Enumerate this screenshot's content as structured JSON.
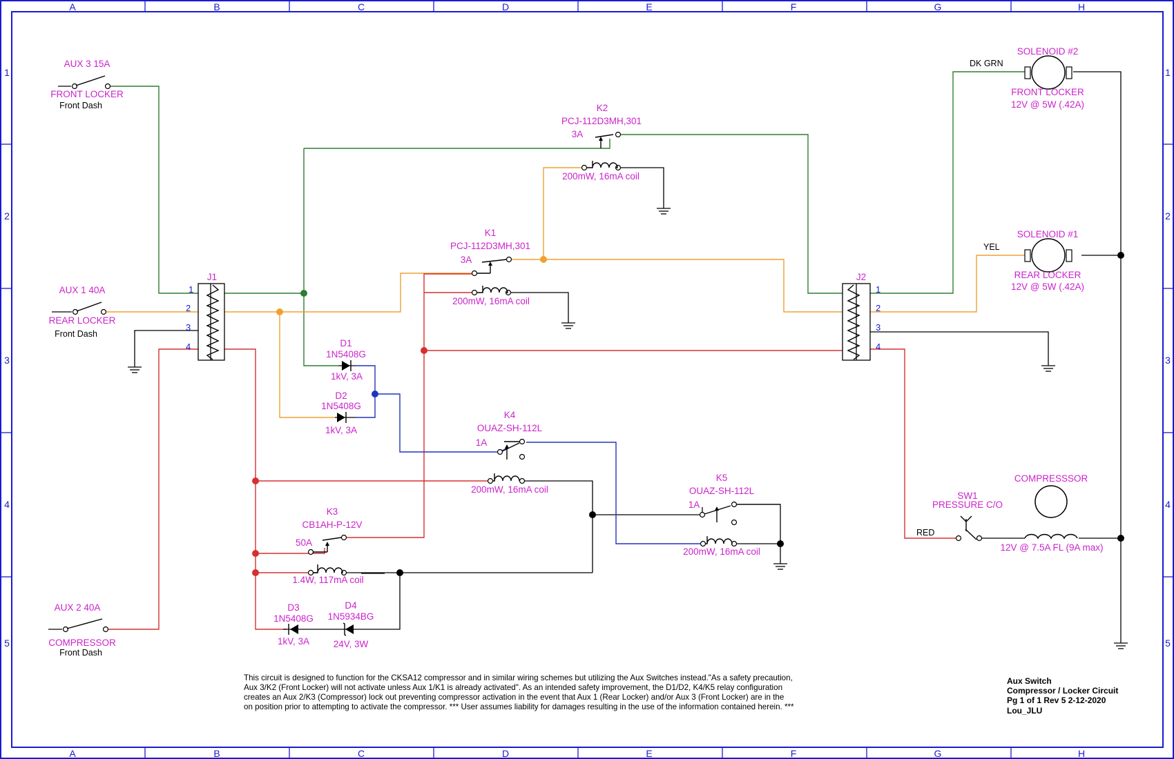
{
  "frame": {
    "columns": [
      "A",
      "B",
      "C",
      "D",
      "E",
      "F",
      "G",
      "H"
    ],
    "rows": [
      "1",
      "2",
      "3",
      "4",
      "5"
    ]
  },
  "switches": {
    "aux3": {
      "rating": "AUX 3 15A",
      "function": "FRONT LOCKER",
      "location": "Front Dash"
    },
    "aux1": {
      "rating": "AUX 1 40A",
      "function": "REAR LOCKER",
      "location": "Front Dash"
    },
    "aux2": {
      "rating": "AUX 2 40A",
      "function": "COMPRESSOR",
      "location": "Front Dash"
    }
  },
  "connectors": {
    "j1": {
      "name": "J1",
      "pins": [
        "1",
        "2",
        "3",
        "4"
      ]
    },
    "j2": {
      "name": "J2",
      "pins": [
        "1",
        "2",
        "3",
        "4"
      ]
    }
  },
  "relays": {
    "k1": {
      "name": "K1",
      "part": "PCJ-112D3MH,301",
      "contact": "3A",
      "coil": "200mW, 16mA coil"
    },
    "k2": {
      "name": "K2",
      "part": "PCJ-112D3MH,301",
      "contact": "3A",
      "coil": "200mW, 16mA coil"
    },
    "k3": {
      "name": "K3",
      "part": "CB1AH-P-12V",
      "contact": "50A",
      "coil": "1.4W, 117mA coil"
    },
    "k4": {
      "name": "K4",
      "part": "OUAZ-SH-112L",
      "contact": "1A",
      "coil": "200mW, 16mA coil"
    },
    "k5": {
      "name": "K5",
      "part": "OUAZ-SH-112L",
      "contact": "1A",
      "coil": "200mW, 16mA coil"
    }
  },
  "diodes": {
    "d1": {
      "name": "D1",
      "part": "1N5408G",
      "rating": "1kV, 3A"
    },
    "d2": {
      "name": "D2",
      "part": "1N5408G",
      "rating": "1kV, 3A"
    },
    "d3": {
      "name": "D3",
      "part": "1N5408G",
      "rating": "1kV, 3A"
    },
    "d4": {
      "name": "D4",
      "part": "1N5934BG",
      "rating": "24V, 3W"
    }
  },
  "loads": {
    "sol2": {
      "name": "SOLENOID #2",
      "function": "FRONT LOCKER",
      "rating": "12V @ 5W (.42A)",
      "wire": "DK GRN"
    },
    "sol1": {
      "name": "SOLENOID #1",
      "function": "REAR LOCKER",
      "rating": "12V @ 5W (.42A)",
      "wire": "YEL"
    },
    "comp": {
      "name": "COMPRESSSOR",
      "rating": "12V @ 7.5A FL (9A max)"
    },
    "sw1": {
      "name": "SW1",
      "function": "PRESSURE C/O",
      "wire": "RED"
    }
  },
  "note": {
    "lines": [
      "This circuit is designed to function for the CKSA12 compressor and in similar wiring schemes but utilizing the Aux Switches instead.\"As a safety precaution,",
      "Aux 3/K2 (Front Locker) will not activate unless Aux 1/K1 is already activated\". As an intended safety improvement, the D1/D2, K4/K5 relay configuration",
      "creates an Aux 2/K3 (Compressor) lock out preventing compressor activation in the event that Aux 1 (Rear Locker) and/or Aux 3 (Front Locker) are in the",
      "on position prior to attempting to activate the compressor.  *** User assumes liability for damages resulting in the use of the information contained herein. ***"
    ]
  },
  "title_block": {
    "lines": [
      "Aux Switch",
      "Compressor / Locker Circuit",
      "Pg 1 of 1 Rev 5 2-12-2020",
      "Lou_JLU"
    ]
  },
  "colors": {
    "frame": "#1a1ad0",
    "labels": "#cc22cc",
    "green_wire": "#2e7d32",
    "orange_wire": "#f0a030",
    "red_wire": "#d63030",
    "blue_wire": "#2233bb",
    "black_wire": "#000000"
  }
}
